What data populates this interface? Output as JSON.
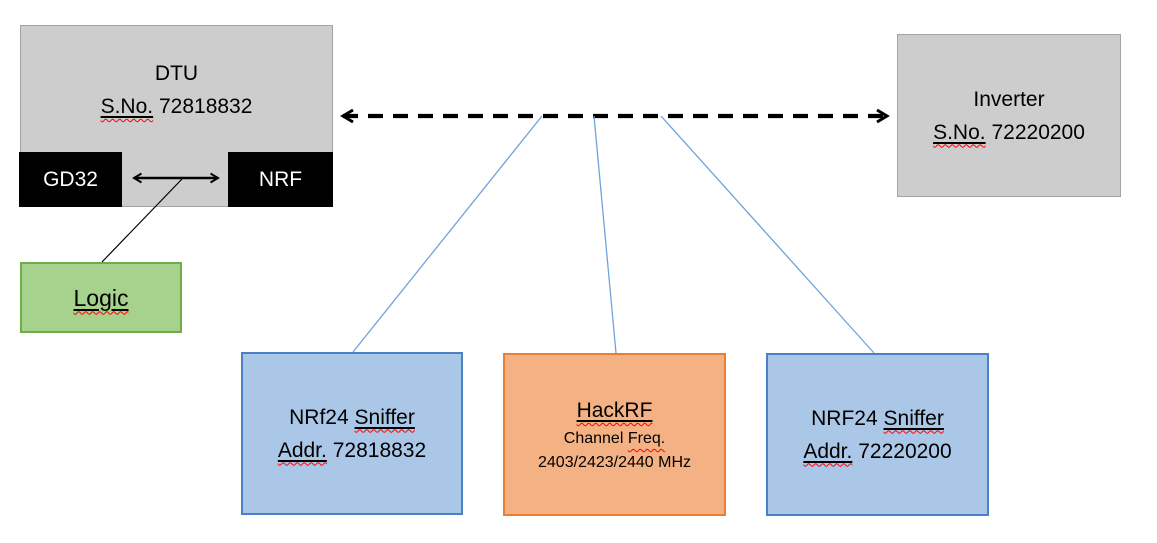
{
  "colors": {
    "canvas-bg": "#ffffff",
    "gray-fill": "#cdcdcd",
    "gray-border": "#a3a3a3",
    "black-fill": "#000000",
    "green-fill": "#a6d28e",
    "green-border": "#70ad47",
    "blue-fill": "#abc7e8",
    "blue-border": "#4a80c4",
    "orange-fill": "#f4b183",
    "orange-border": "#ed7d31",
    "connector-blue": "#6fa3d8",
    "connector-black": "#000000",
    "squiggle-red": "#ff0000",
    "text-dark": "#000000",
    "text-light": "#ffffff"
  },
  "nodes": {
    "dtu": {
      "title": "DTU",
      "serial_label": "S.No.",
      "serial_value": "72818832"
    },
    "gd32": {
      "label": "GD32"
    },
    "nrf": {
      "label": "NRF"
    },
    "logic": {
      "label": "Logic"
    },
    "inverter": {
      "title": "Inverter",
      "serial_label": "S.No.",
      "serial_value": "72220200"
    },
    "sniffer_left": {
      "title_prefix": "NRf24",
      "title_word": "Sniffer",
      "addr_label": "Addr.",
      "addr_value": "72818832"
    },
    "hackrf": {
      "title": "HackRF",
      "freq_label": "Channel",
      "freq_word": "Freq.",
      "freq_value": "2403/2423/2440 MHz"
    },
    "sniffer_right": {
      "title_prefix": "NRF24",
      "title_word": "Sniffer",
      "addr_label": "Addr.",
      "addr_value": "72220200"
    }
  }
}
